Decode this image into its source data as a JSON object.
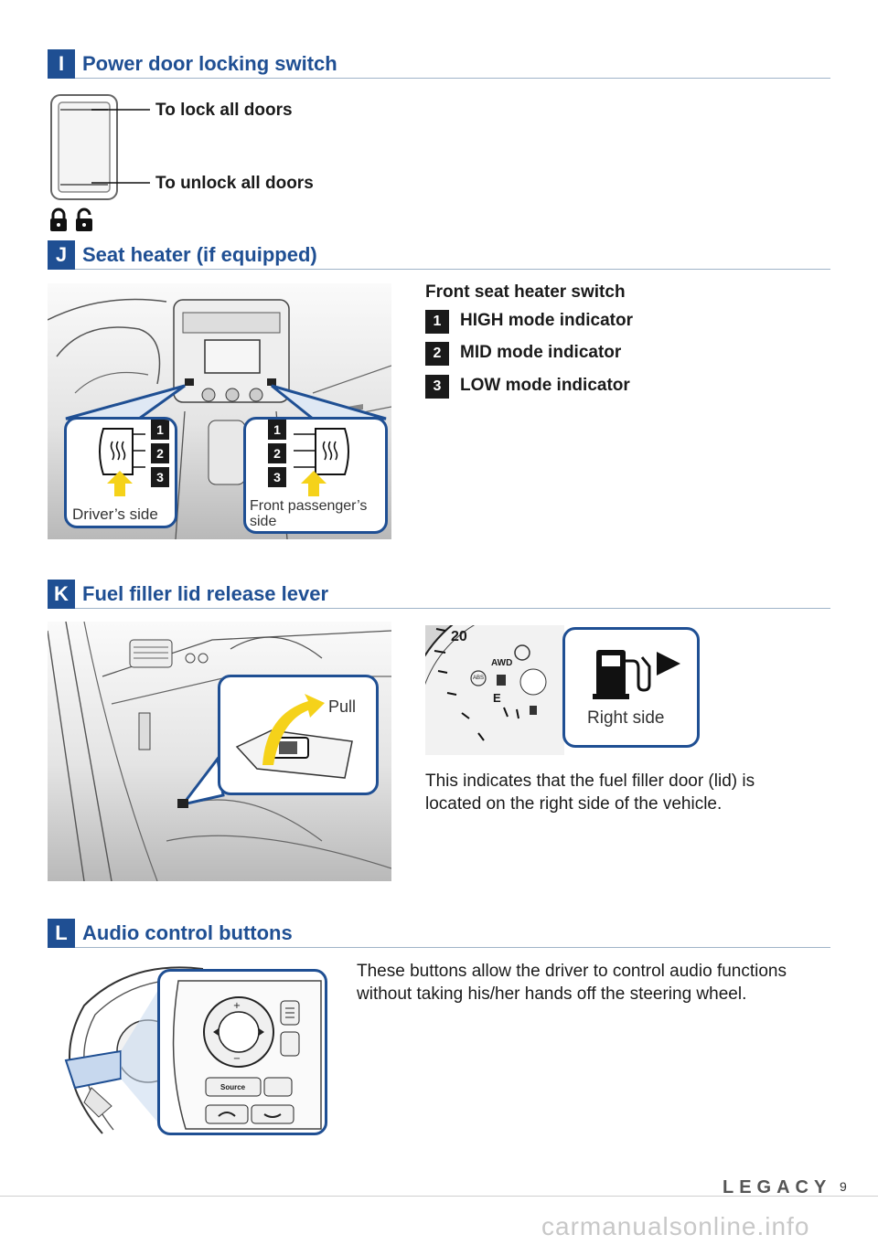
{
  "sections": {
    "i": {
      "badge": "I",
      "title": "Power door locking switch",
      "lock_label": "To lock all doors",
      "unlock_label": "To unlock all doors"
    },
    "j": {
      "badge": "J",
      "title": "Seat heater (if equipped)",
      "heading": "Front seat heater switch",
      "indicators": [
        {
          "num": "1",
          "label": "HIGH mode indicator"
        },
        {
          "num": "2",
          "label": "MID mode indicator"
        },
        {
          "num": "3",
          "label": "LOW mode indicator"
        }
      ],
      "driver_label": "Driver’s side",
      "passenger_label": "Front passenger’s side"
    },
    "k": {
      "badge": "K",
      "title": "Fuel filler lid release lever",
      "pull_label": "Pull",
      "right_side_label": "Right side",
      "description": "This indicates that the fuel filler door (lid) is located on the right side of the vehicle.",
      "gauge_text": {
        "speed": "20",
        "awd": "AWD",
        "abs": "ABS",
        "e": "E"
      }
    },
    "l": {
      "badge": "L",
      "title": "Audio control buttons",
      "description": "These buttons allow the driver to control audio functions without taking his/her hands off the steering wheel.",
      "source_label": "Source"
    }
  },
  "footer": {
    "brand": "LEGACY",
    "page": "9",
    "watermark": "carmanualsonline.info"
  },
  "colors": {
    "accent": "#1f4f93",
    "highlight_arrow": "#f5d21a"
  },
  "icons": [
    "lock-icon",
    "unlock-icon",
    "seat-heater-icon",
    "fuel-pump-icon",
    "arrow-right-icon"
  ]
}
